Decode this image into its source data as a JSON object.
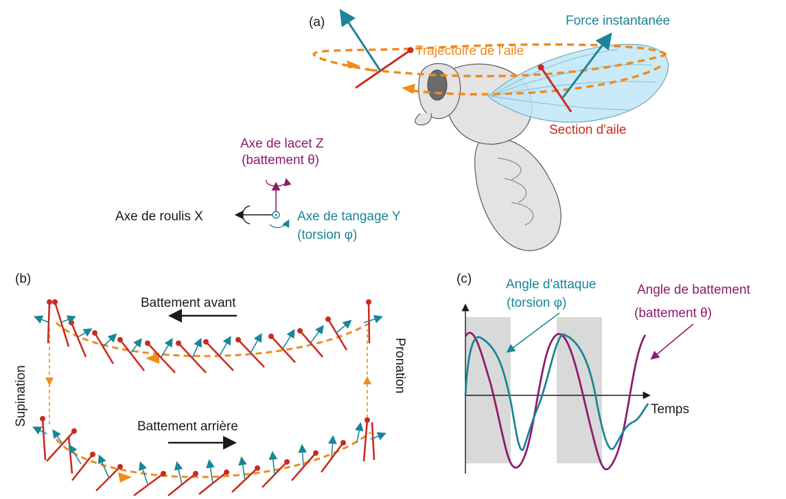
{
  "panels": {
    "a": "(a)",
    "b": "(b)",
    "c": "(c)"
  },
  "panel_a": {
    "force_label": "Force instantanée",
    "trajectory_label": "Trajectoire de l'aile",
    "section_label": "Section d'aile",
    "yaw_axis_line1": "Axe de lacet Z",
    "yaw_axis_line2": "(battement θ)",
    "roll_axis": "Axe de roulis X",
    "pitch_axis_line1": "Axe de tangage Y",
    "pitch_axis_line2": "(torsion φ)"
  },
  "panel_b": {
    "forward_stroke": "Battement avant",
    "backward_stroke": "Battement arrière",
    "supination": "Supination",
    "pronation": "Pronation"
  },
  "panel_c": {
    "attack_line1": "Angle d'attaque",
    "attack_line2": "(torsion φ)",
    "stroke_line1": "Angle de battement",
    "stroke_line2": "(battement θ)",
    "time_label": "Temps"
  },
  "colors": {
    "orange": "#f08a1c",
    "teal": "#1a8596",
    "red": "#cc2a1e",
    "purple": "#8e1a6e",
    "body_gray": "#e3e3e3",
    "wing_blue": "#bfe6f7",
    "shade_gray": "#d9d9d9"
  }
}
